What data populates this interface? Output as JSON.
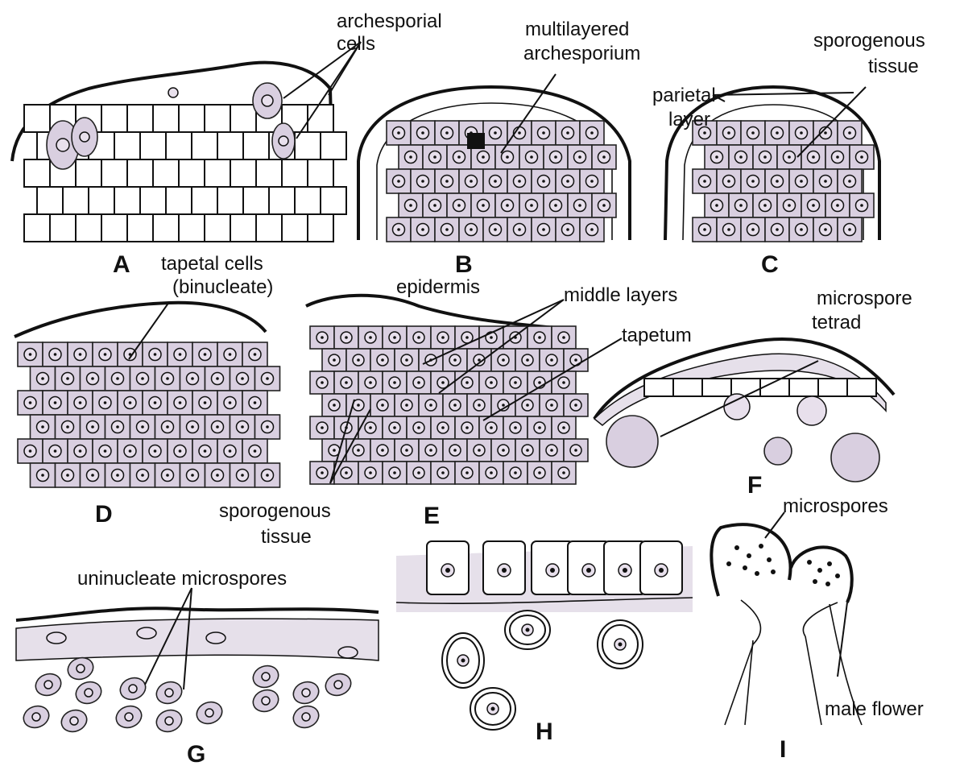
{
  "panels": [
    {
      "letter": "A",
      "labels": [
        "archesporial",
        "cells"
      ]
    },
    {
      "letter": "B",
      "labels": [
        "multilayered",
        "archesporium"
      ]
    },
    {
      "letter": "C",
      "labels": [
        "sporogenous",
        "tissue",
        "parietal",
        "layer"
      ]
    },
    {
      "letter": "D",
      "labels": [
        "tapetal cells",
        "(binucleate)"
      ]
    },
    {
      "letter": "E",
      "labels": [
        "epidermis",
        "middle layers",
        "tapetum",
        "sporogenous",
        "tissue"
      ]
    },
    {
      "letter": "F",
      "labels": [
        "microspore",
        "tetrad"
      ]
    },
    {
      "letter": "G",
      "labels": [
        "uninucleate  microspores"
      ]
    },
    {
      "letter": "H",
      "labels": []
    },
    {
      "letter": "I",
      "labels": [
        "microspores",
        "male flower"
      ]
    }
  ],
  "colors": {
    "ink": "#111111",
    "stain": "#d9cfe0",
    "paper": "#ffffff"
  }
}
